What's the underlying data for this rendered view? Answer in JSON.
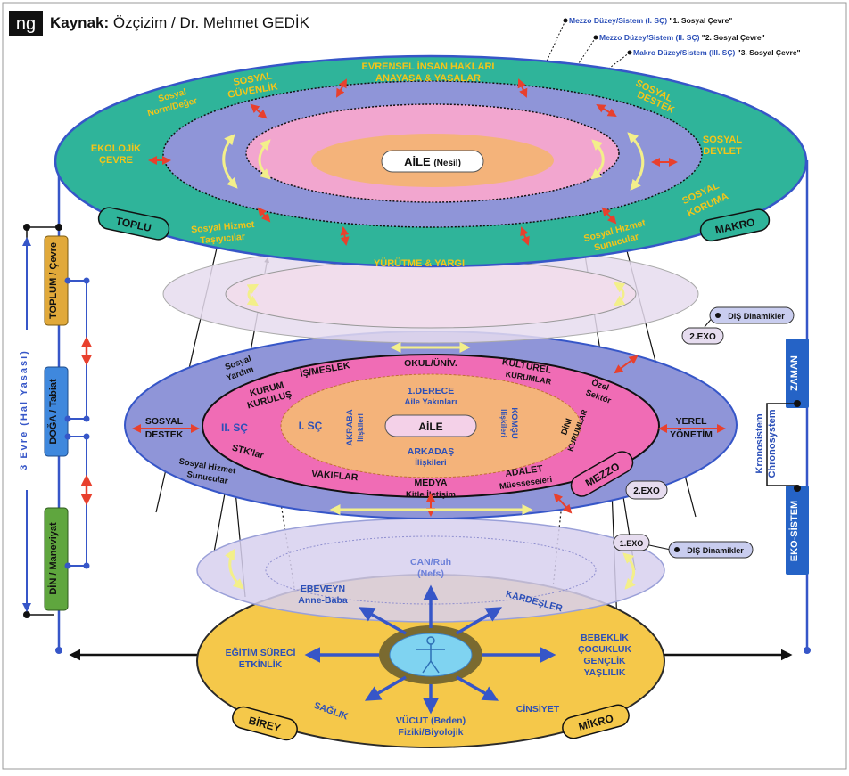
{
  "header": {
    "logo": "ng",
    "source_label": "Kaynak:",
    "source_text": " Özçizim / Dr. Mehmet GEDİK"
  },
  "legend": {
    "mezzo1": {
      "prefix": "Mezzo Düzey/Sistem (I. SÇ)",
      "suffix": " \"1. Sosyal Çevre\""
    },
    "mezzo2": {
      "prefix": "Mezzo Düzey/Sistem (II. SÇ)",
      "suffix": " \"2. Sosyal Çevre\""
    },
    "makro": {
      "prefix": "Makro Düzey/Sistem (III. SÇ)",
      "suffix": " \"3. Sosyal Çevre\""
    }
  },
  "colors": {
    "makro": "#2fb49a",
    "mezzo": "#8f95d8",
    "pink": "#f2a6cf",
    "orange": "#f4b37a",
    "yellow": "#f5c84a",
    "blue": "#3a5fcf"
  },
  "makro": {
    "evrensel_1": "EVRENSEL İNSAN HAKLARI",
    "evrensel_2": "ANAYASA & YASALAR",
    "sosyal_guvenlik_1": "SOSYAL",
    "sosyal_guvenlik_2": "GÜVENLİK",
    "norm_1": "Sosyal",
    "norm_2": "Norm/Değer",
    "ekolojik_1": "EKOLOJİK",
    "ekolojik_2": "ÇEVRE",
    "destek_1": "SOSYAL",
    "destek_2": "DESTEK",
    "devlet_1": "SOSYAL",
    "devlet_2": "DEVLET",
    "koruma_1": "SOSYAL",
    "koruma_2": "KORUMA",
    "tasiyici_1": "Sosyal Hizmet",
    "tasiyici_2": "Taşıyıcılar",
    "sunucu_1": "Sosyal Hizmet",
    "sunucu_2": "Sunucular",
    "yurutme": "YÜRÜTME & YARGI",
    "aile": "AİLE",
    "nesil": "(Nesil)",
    "toplu": "TOPLU",
    "makro_badge": "MAKRO"
  },
  "mezzo": {
    "okul": "OKUL/ÜNİV.",
    "is": "İŞ/MESLEK",
    "kulturel_1": "KÜLTÜREL",
    "kulturel_2": "KURUMLAR",
    "sosyal_yardim_1": "Sosyal",
    "sosyal_yardim_2": "Yardım",
    "kurum_1": "KURUM",
    "kurum_2": "KURULUŞ",
    "ozel_1": "Özel",
    "ozel_2": "Sektör",
    "sosyal_destek_1": "SOSYAL",
    "sosyal_destek_2": "DESTEK",
    "yerel_1": "YEREL",
    "yerel_2": "YÖNETİM",
    "ii_sc": "II. SÇ",
    "i_sc": "I. SÇ",
    "derece_1": "1.DERECE",
    "derece_2": "Aile Yakınları",
    "akraba_1": "AKRABA",
    "akraba_2": "İlişkileri",
    "komsu_1": "KOMŞU",
    "komsu_2": "İlişkileri",
    "aile": "AİLE",
    "arkadas_1": "ARKADAŞ",
    "arkadas_2": "İlişkileri",
    "dini_1": "DİNİ",
    "dini_2": "KURUMLAR",
    "stk": "STK'lar",
    "sh_sunucu_1": "Sosyal Hizmet",
    "sh_sunucu_2": "Sunucular",
    "vakiflar": "VAKIFLAR",
    "medya_1": "MEDYA",
    "medya_2": "Kitle İletişim",
    "adalet_1": "ADALET",
    "adalet_2": "Müesseseleri",
    "mezzo_badge": "MEZZO"
  },
  "exo": {
    "exo2_top": "2.EXO",
    "exo2_bottom": "2.EXO",
    "exo1": "1.EXO",
    "dis1": "DIŞ Dinamikler",
    "dis2": "DIŞ Dinamikler"
  },
  "mikro": {
    "can_1": "CAN/Ruh",
    "can_2": "(Nefs)",
    "ebeveyn_1": "EBEVEYN",
    "ebeveyn_2": "Anne-Baba",
    "kardesler": "KARDEŞLER",
    "egitim_1": "EĞİTİM SÜRECİ",
    "egitim_2": "ETKİNLİK",
    "bebeklik_1": "BEBEKLİK",
    "bebeklik_2": "ÇOCUKLUK",
    "bebeklik_3": "GENÇLİK",
    "bebeklik_4": "YAŞLILIK",
    "saglik": "SAĞLIK",
    "cinsiyet": "CİNSİYET",
    "vucut_1": "VÜCUT (Beden)",
    "vucut_2": "Fiziki/Biyolojik",
    "birey": "BİREY",
    "mikro_badge": "MİKRO"
  },
  "left_panel": {
    "toplum": "TOPLUM / Çevre",
    "doga": "DOĞA / Tabiat",
    "din": "DİN / Maneviyat",
    "evre": "3 Evre (Hal Yasası)"
  },
  "right_panel": {
    "zaman": "ZAMAN",
    "krono_1": "Kronosistem",
    "krono_2": "Chronosystem",
    "eko": "EKO-SİSTEM"
  }
}
